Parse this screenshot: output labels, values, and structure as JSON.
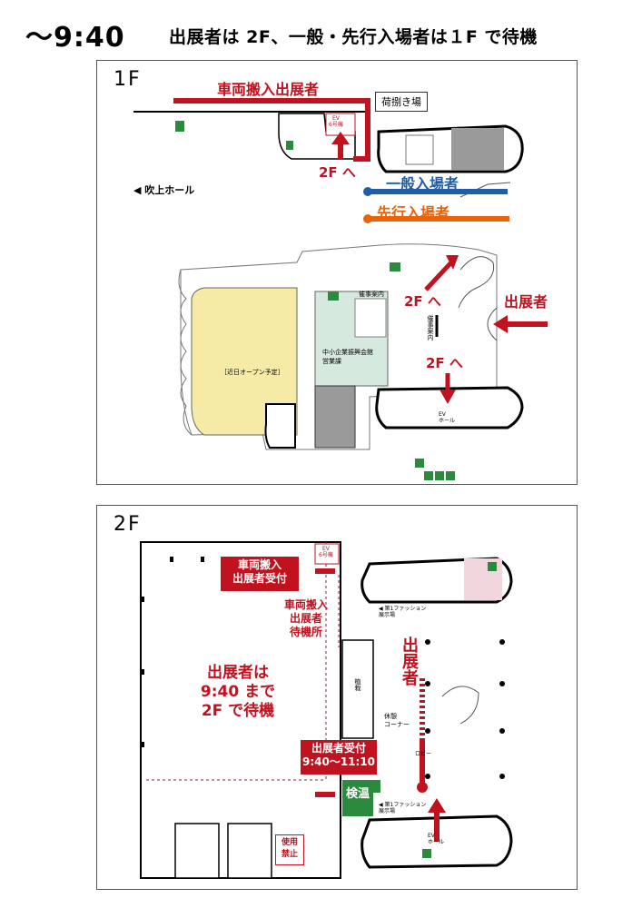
{
  "header": {
    "time": "～9:40",
    "notice": "出展者は 2F、一般・先行入場者は１F で待機"
  },
  "colors": {
    "red": "#c0121f",
    "blue": "#1f5faa",
    "orange": "#e8630a",
    "yellow": "#f6eba6",
    "teal": "#d6e9de",
    "gray": "#9a9a9a"
  },
  "floor1": {
    "label": "1F",
    "vehicle_exhibitors": "車両搬入出展者",
    "loading_area": "荷捌き場",
    "ev_badge": "EV\n6号機",
    "to_2f_a": "2F へ",
    "to_2f_b": "2F へ",
    "to_2f_c": "2F へ",
    "atrium_hall": "◀ 吹上ホール",
    "general_entrants": "一般入場者",
    "advance_entrants": "先行入場者",
    "exhibitors": "出展者",
    "event_info_a": "催事案内",
    "event_info_b": "催事案内",
    "coming_soon": "［近日オープン予定］",
    "sme_office": "中小企業振興会館",
    "sales_section": "営業課",
    "ev_hall": "EV\nホール"
  },
  "floor2": {
    "label": "2F",
    "ev_badge": "EV\n6号機",
    "vehicle_reception": "車両搬入\n出展者受付",
    "vehicle_waiting": "車両搬入\n出展者\n待機所",
    "fashion_area_a": "◀ 第1ファッション\n展示場",
    "fashion_area_b": "◀ 第1ファッション\n展示場",
    "exhibitors_vertical": "出展者",
    "wait_notice": "出展者は\n9:40 まで\n2F で待機",
    "plants": "植栽",
    "rest_corner": "休憩\nコーナー",
    "lobby": "ロビー",
    "exhibitor_reception": "出展者受付\n9:40〜11:10",
    "temperature_check": "検温",
    "no_use": "使用\n禁止",
    "ev_hall": "EV\nホール"
  }
}
